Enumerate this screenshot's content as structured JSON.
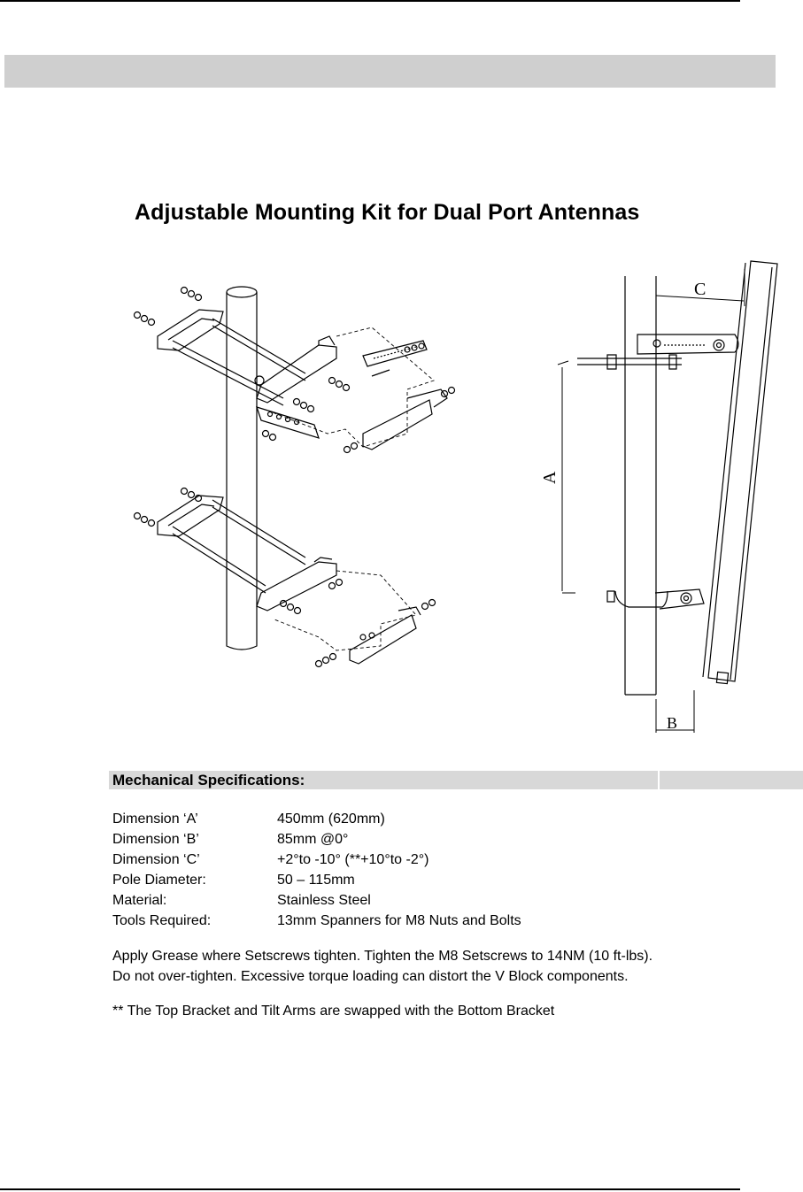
{
  "title": "Adjustable Mounting Kit for Dual Port Antennas",
  "drawing": {
    "dim_a": "A",
    "dim_b": "B",
    "dim_c": "C"
  },
  "specs": {
    "heading": "Mechanical Specifications:",
    "rows": [
      {
        "label": "Dimension ‘A’",
        "value": "450mm (620mm)"
      },
      {
        "label": "Dimension ‘B’",
        "value": "85mm @0°"
      },
      {
        "label": "Dimension ‘C’",
        "value": "+2°to  -10° (**+10°to -2°)"
      },
      {
        "label": "Pole Diameter:",
        "value": "50 – 115mm"
      },
      {
        "label": "Material:",
        "value": "Stainless Steel"
      },
      {
        "label": "Tools Required:",
        "value": "13mm Spanners for M8 Nuts and Bolts"
      }
    ]
  },
  "notes": {
    "grease_line1": "Apply Grease where Setscrews tighten. Tighten the M8 Setscrews to 14NM (10 ft-lbs).",
    "grease_line2": "Do not over-tighten. Excessive torque loading can distort the V Block components.",
    "swap_note": "**  The Top Bracket and Tilt Arms are swapped with the Bottom Bracket"
  },
  "colors": {
    "header_band": "#cfcfcf",
    "spec_band": "#d8d8d8",
    "ink": "#000000"
  }
}
